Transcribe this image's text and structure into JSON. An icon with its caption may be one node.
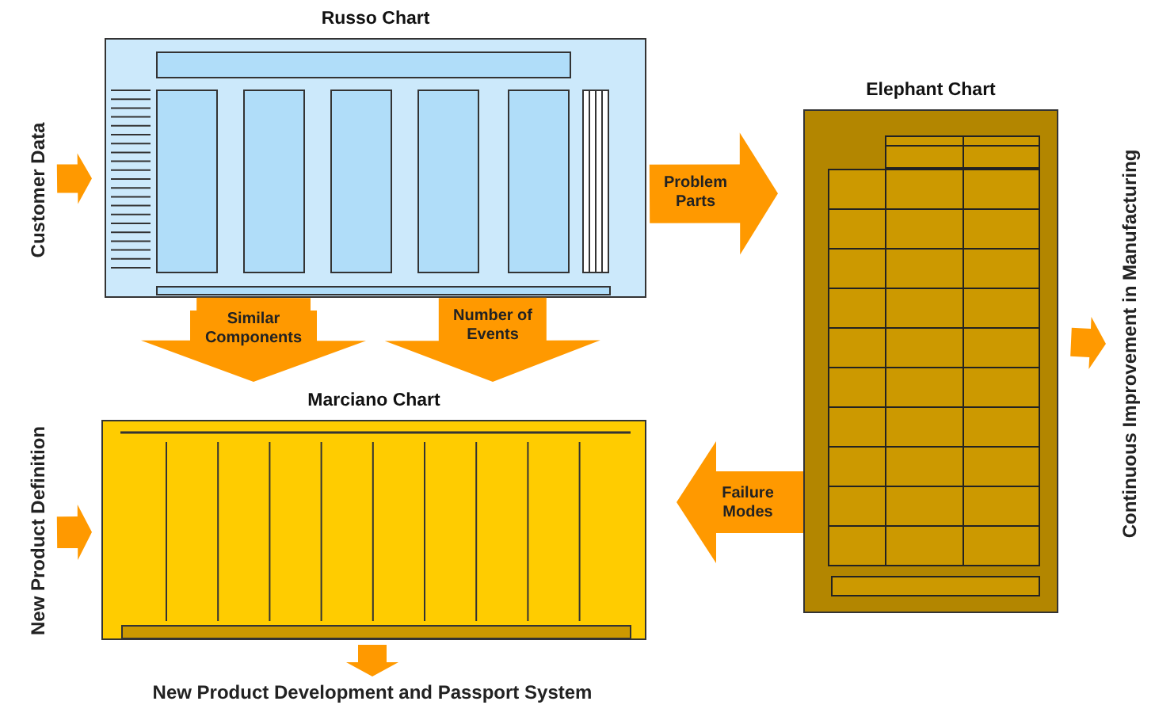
{
  "diagram": {
    "nodes": [
      {
        "text": [
          "Russo Chart"
        ]
      },
      {
        "text": [
          "Elephant Chart"
        ]
      },
      {
        "text": [
          "Marciano Chart"
        ]
      },
      {
        "text": [
          "Customer Data"
        ]
      },
      {
        "text": [
          "New Product Definition"
        ]
      },
      {
        "text": [
          "Continuous Improvement in Manufacturing"
        ]
      },
      {
        "text": [
          "New Product Development and Passport System"
        ]
      }
    ],
    "edges": [
      {
        "from": 3,
        "to": 0,
        "arrow": "to"
      },
      {
        "from": 0,
        "to": 1,
        "arrow": "to",
        "label": "Problem Parts"
      },
      {
        "from": 0,
        "to": 2,
        "arrow": "to",
        "label": "Similar Components"
      },
      {
        "from": 0,
        "to": 2,
        "arrow": "to",
        "label": "Number of Events"
      },
      {
        "from": 1,
        "to": 2,
        "arrow": "to",
        "label": "Failure Modes"
      },
      {
        "from": 1,
        "to": 5,
        "arrow": "to"
      },
      {
        "from": 4,
        "to": 2,
        "arrow": "to"
      },
      {
        "from": 2,
        "to": 6,
        "arrow": "to"
      }
    ]
  }
}
